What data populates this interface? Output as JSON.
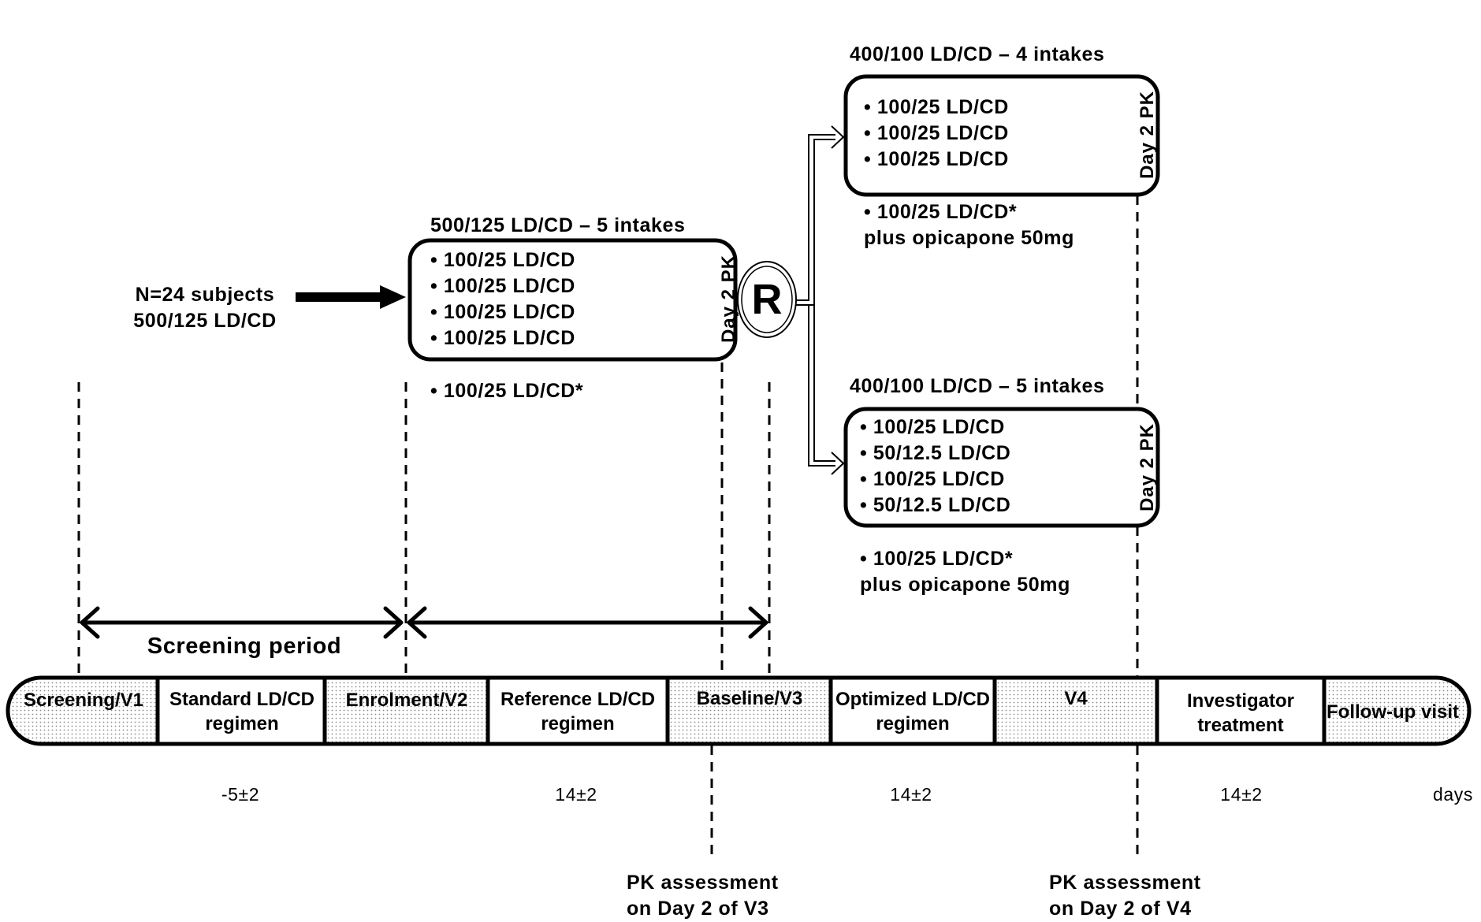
{
  "cohort": {
    "line1": "N=24 subjects",
    "line2": "500/125 LD/CD"
  },
  "reference_box": {
    "title": "500/125 LD/CD – 5 intakes",
    "items": [
      "• 100/25  LD/CD",
      "• 100/25  LD/CD",
      "• 100/25  LD/CD",
      "• 100/25  LD/CD"
    ],
    "extra": "• 100/25  LD/CD*",
    "pk_label": "Day  2 PK"
  },
  "randomization": {
    "label": "R"
  },
  "arm_a": {
    "title": "400/100 LD/CD – 4 intakes",
    "items": [
      "• 100/25  LD/CD",
      "• 100/25  LD/CD",
      "• 100/25  LD/CD"
    ],
    "extra": "• 100/25  LD/CD*",
    "extra_note": "plus opicapone 50mg",
    "pk_label": "Day  2 PK"
  },
  "arm_b": {
    "title": "400/100 LD/CD – 5 intakes",
    "items": [
      "• 100/25  LD/CD",
      "• 50/12.5  LD/CD",
      "• 100/25  LD/CD",
      "• 50/12.5  LD/CD"
    ],
    "extra": "• 100/25  LD/CD*",
    "extra_note": "plus opicapone 50mg",
    "pk_label": "Day  2 PK"
  },
  "screening_period": "Screening period",
  "timeline": {
    "segments": [
      {
        "label": "Screening/V1",
        "shaded": true
      },
      {
        "label": "Standard LD/CD regimen",
        "shaded": false
      },
      {
        "label": "Enrolment/V2",
        "shaded": true
      },
      {
        "label": "Reference LD/CD regimen",
        "shaded": false
      },
      {
        "label": "Baseline/V3",
        "shaded": true
      },
      {
        "label": "Optimized LD/CD regimen",
        "shaded": false
      },
      {
        "label": "V4",
        "shaded": true
      },
      {
        "label": "Investigator treatment",
        "shaded": false
      },
      {
        "label": "Follow-up visit",
        "shaded": true
      }
    ],
    "durations": [
      "-5±2",
      "14±2",
      "14±2",
      "14±2"
    ],
    "units": "days"
  },
  "pk_v3": {
    "line1": "PK assessment",
    "line2": "on Day  2 of V3"
  },
  "pk_v4": {
    "line1": "PK assessment",
    "line2": "on Day  2 of V4"
  }
}
